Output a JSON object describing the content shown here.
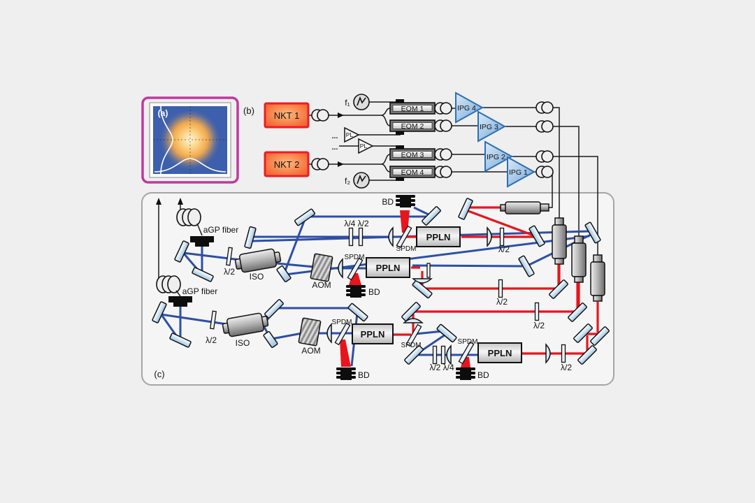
{
  "panel_a": {
    "label": "(a)"
  },
  "panel_b": {
    "label": "(b)",
    "nkt1": "NKT 1",
    "nkt2": "NKT 2",
    "f1": "f₁",
    "f2": "f₂",
    "dots": "...",
    "pl": "PL",
    "eoms": [
      "EOM 1",
      "EOM 2",
      "EOM 3",
      "EOM 4"
    ],
    "ipgs": [
      "IPG 4",
      "IPG 3",
      "IPG 2",
      "IPG 1"
    ]
  },
  "panel_c": {
    "label": "(c)",
    "agp_fiber": "aGP fiber",
    "iso": "ISO",
    "aom": "AOM",
    "ppln": "PPLN",
    "spdm": "SPDM",
    "bd": "BD",
    "hwp": "λ/2",
    "qwp_hwp": "λ/4 λ/2",
    "hwp_qwp": "λ/2 λ/4"
  },
  "colors": {
    "beam_blue": "#2d4fa5",
    "beam_red": "#e8151c",
    "nkt_border": "#ed1c24",
    "panel_border": "#a5a5a5",
    "magenta": "#c0399c",
    "ipg_fill": "#9cc3e6"
  }
}
